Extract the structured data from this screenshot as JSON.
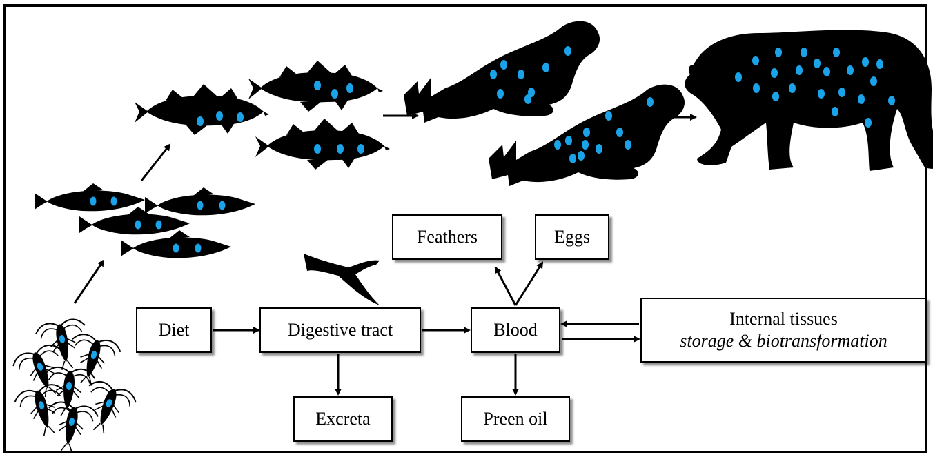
{
  "diagram": {
    "boxes": {
      "diet": "Diet",
      "digestive_tract": "Digestive tract",
      "blood": "Blood",
      "internal_tissues": "Internal tissues",
      "internal_tissues_sub": "storage & biotransformation",
      "feathers": "Feathers",
      "eggs": "Eggs",
      "excreta": "Excreta",
      "preen_oil": "Preen oil"
    },
    "food_web": [
      "zooplankton",
      "small-fish",
      "cod",
      "seal",
      "polar-bear"
    ],
    "colors": {
      "silhouette": "#000000",
      "contaminant_dot": "#1aa3e8",
      "box_border": "#000000"
    }
  }
}
